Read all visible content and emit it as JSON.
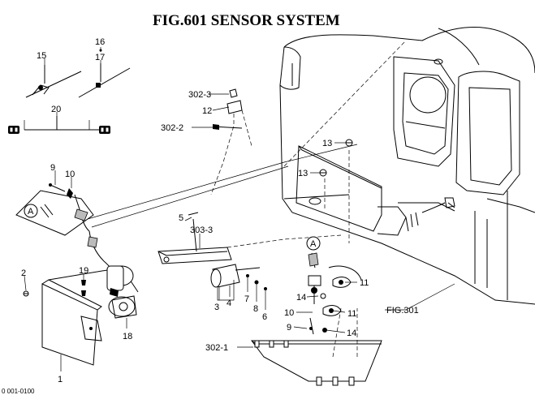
{
  "figure": {
    "title": "FIG.601  SENSOR SYSTEM",
    "footer_code": "0 001-0100"
  },
  "callouts": {
    "c15": "15",
    "c16": "16",
    "c17": "17",
    "c20": "20",
    "c9a": "9",
    "c10a": "10",
    "c302_3": "302-3",
    "c12": "12",
    "c302_2": "302-2",
    "c13a": "13",
    "c13b": "13",
    "c5": "5",
    "c303_3": "303-3",
    "c2": "2",
    "c19": "19",
    "c18": "18",
    "c1": "1",
    "c4": "4",
    "c3": "3",
    "c7": "7",
    "c8": "8",
    "c6": "6",
    "c11a": "11",
    "c11b": "11",
    "c14a": "14",
    "c14b": "14",
    "c10b": "10",
    "c9b": "9",
    "c302_1": "302-1",
    "fig301": "FIG.301"
  },
  "markers": {
    "marker_a1": "A",
    "marker_a2": "A"
  }
}
